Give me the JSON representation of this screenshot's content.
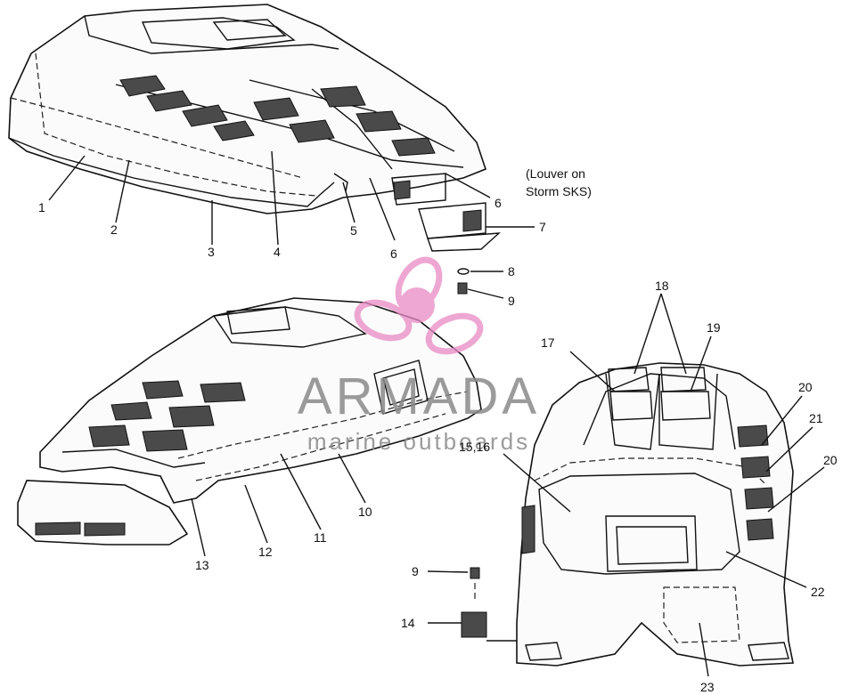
{
  "diagram": {
    "callouts": {
      "c1": "1",
      "c2": "2",
      "c3": "3",
      "c4": "4",
      "c5": "5",
      "c6a": "6",
      "c6b": "6",
      "c7": "7",
      "c8": "8",
      "c9a": "9",
      "c9b": "9",
      "c10": "10",
      "c11": "11",
      "c12": "12",
      "c13": "13",
      "c14": "14",
      "c1516": "15,16",
      "c17": "17",
      "c18": "18",
      "c19": "19",
      "c20a": "20",
      "c20b": "20",
      "c21": "21",
      "c22": "22",
      "c23": "23"
    },
    "note_line1": "(Louver on",
    "note_line2": "Storm SKS)"
  },
  "watermark": {
    "brand": "ARMADA",
    "tagline": "marine outboards",
    "logo_color": "#e98ac4"
  }
}
